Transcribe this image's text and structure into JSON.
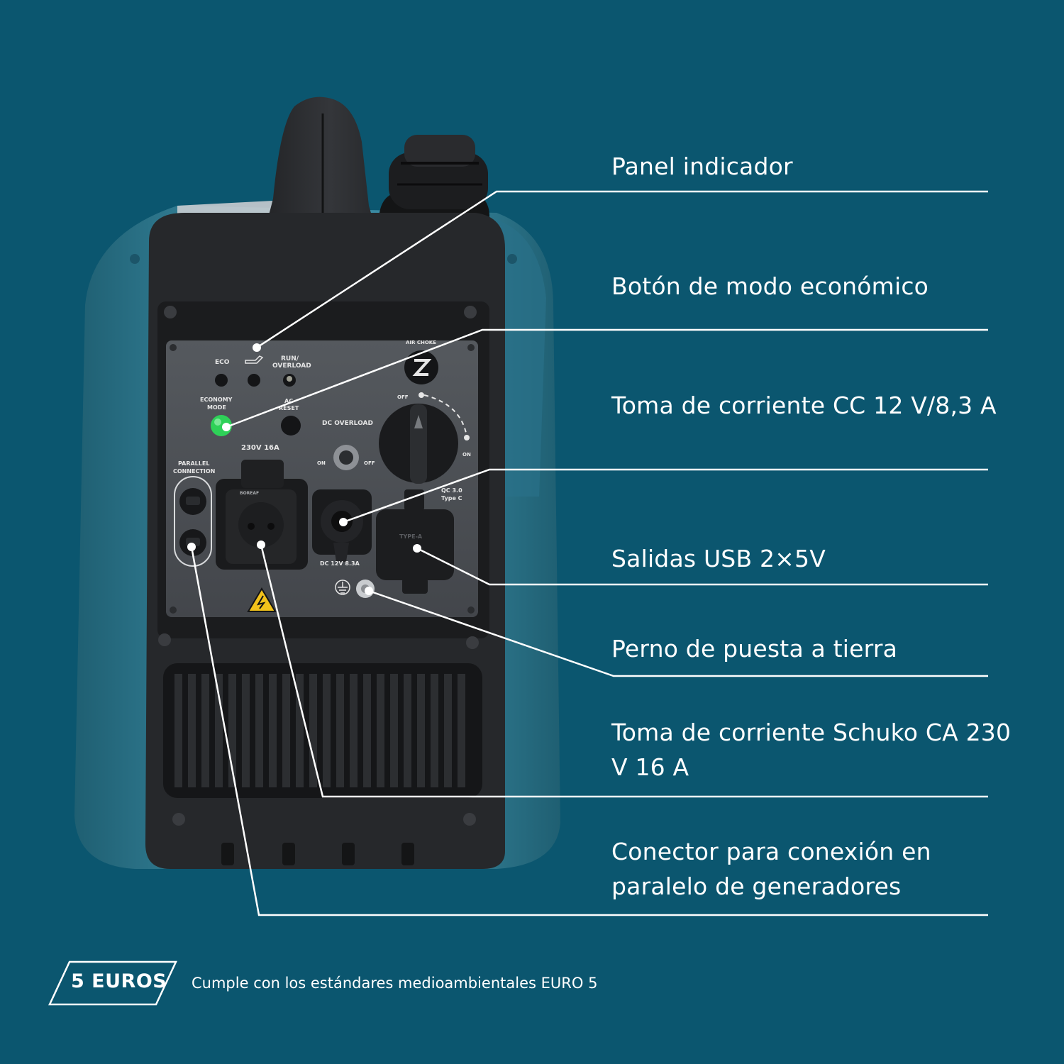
{
  "colors": {
    "background": "#0b566f",
    "body_teal": "#2f7f97",
    "frame_dark": "#242628",
    "panel_grey": "#4a4d52",
    "line_white": "#ffffff",
    "eco_led_green": "#2ed158"
  },
  "labels": [
    {
      "id": "panel",
      "text": "Panel indicador"
    },
    {
      "id": "eco-button",
      "text": "Botón de modo económico"
    },
    {
      "id": "dc-socket",
      "text": "Toma de corriente CC 12 V/8,3 A"
    },
    {
      "id": "usb",
      "text": "Salidas USB 2×5V"
    },
    {
      "id": "ground",
      "text": "Perno de puesta a tierra"
    },
    {
      "id": "schuko",
      "text": "Toma de corriente Schuko CA 230 V 16 A"
    },
    {
      "id": "parallel",
      "text": "Conector para conexión en paralelo de generadores"
    }
  ],
  "panel": {
    "eco": "ECO",
    "run_overload_1": "RUN/",
    "run_overload_2": "OVERLOAD",
    "economy_mode_1": "ECONOMY",
    "economy_mode_2": "MODE",
    "ac_reset_1": "AC",
    "ac_reset_2": "RESET",
    "dc_overload": "DC OVERLOAD",
    "voltage_rating": "230V  16A",
    "parallel_1": "PARALLEL",
    "parallel_2": "CONNECTION",
    "air_choke": "AIR CHOKE",
    "choke_off": "OFF",
    "choke_on": "ON",
    "switch_on": "ON",
    "switch_off": "OFF",
    "usb_type_1": "QC 3.0",
    "usb_type_2": "Type C",
    "dc_rating": "DC 12V 8.3A",
    "usb_cover": "TYPE-A",
    "socket_brand": "BOREAF",
    "icons": [
      "oil-warning-icon",
      "warning-triangle-icon",
      "ground-symbol-icon",
      "air-choke-knob-icon"
    ]
  },
  "footer": {
    "badge": "5 EUROS",
    "caption": "Cumple con los estándares medioambientales EURO 5"
  }
}
